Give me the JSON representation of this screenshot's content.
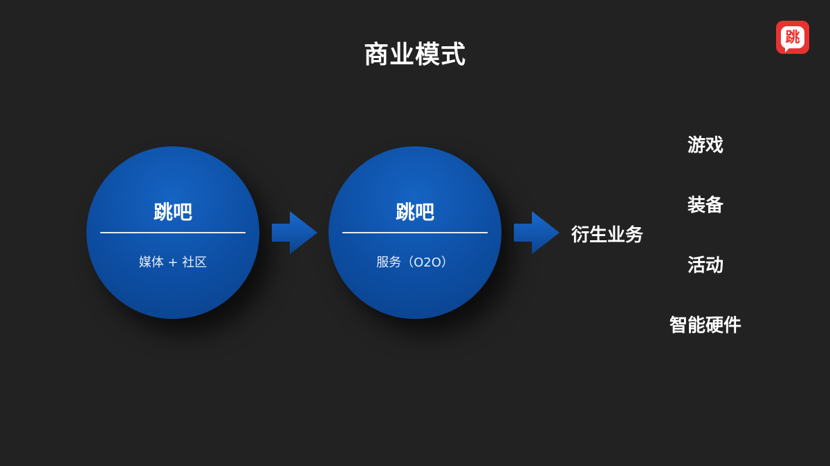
{
  "slide": {
    "title": "商业模式",
    "logo_char": "跳",
    "stages": [
      {
        "title": "跳吧",
        "subtitle": "媒体 + 社区"
      },
      {
        "title": "跳吧",
        "subtitle": "服务（O2O）"
      }
    ],
    "derived_label": "衍生业务",
    "branches": [
      "游戏",
      "装备",
      "活动",
      "智能硬件"
    ]
  },
  "colors": {
    "background": "#222222",
    "circle_blue": "#0d4ea3",
    "arrow_blue": "#1158b6",
    "logo_red": "#e8322f",
    "text": "#ffffff"
  }
}
